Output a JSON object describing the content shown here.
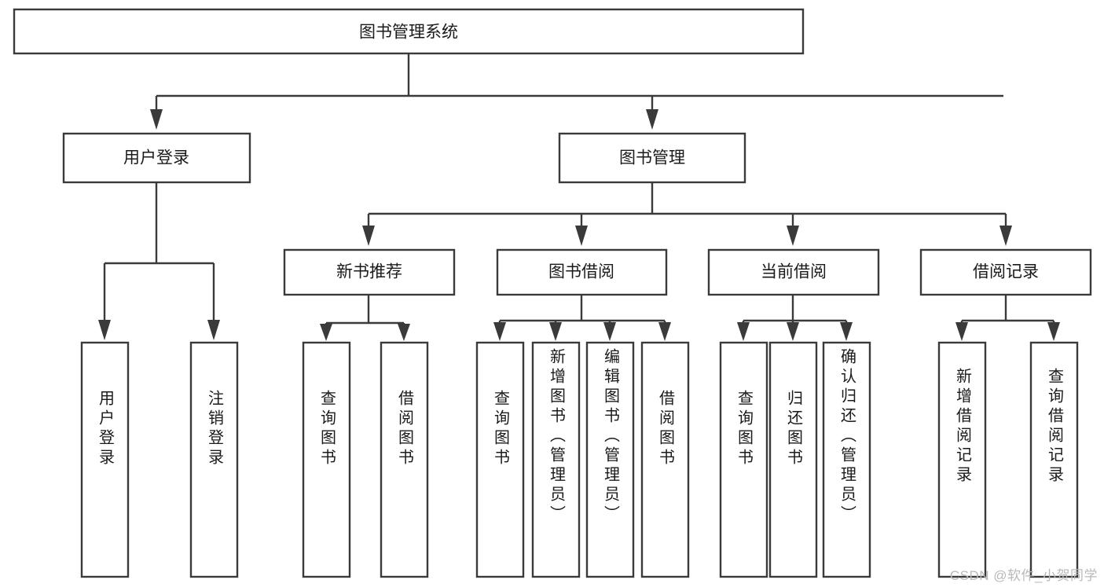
{
  "diagram": {
    "type": "tree",
    "title": "图书管理系统",
    "orientation": "top-down",
    "watermark": "CSDN @软件_小贺同学",
    "colors": {
      "box_stroke": "#3a3a3a",
      "box_fill": "#ffffff",
      "connector": "#3a3a3a",
      "text": "#1a1a1a",
      "background": "#ffffff",
      "watermark": "#b9b9b9"
    },
    "nodes": {
      "root": {
        "label": "图书管理系统"
      },
      "level2": [
        {
          "label": "用户登录"
        },
        {
          "label": "图书管理"
        }
      ],
      "level3": [
        {
          "label": "新书推荐"
        },
        {
          "label": "图书借阅"
        },
        {
          "label": "当前借阅"
        },
        {
          "label": "借阅记录"
        }
      ],
      "leaves": {
        "user_login": [
          {
            "label": "用户登录"
          },
          {
            "label": "注销登录"
          }
        ],
        "new_book_recommend": [
          {
            "label": "查询图书"
          },
          {
            "label": "借阅图书"
          }
        ],
        "book_borrow": [
          {
            "label": "查询图书"
          },
          {
            "label": "新增图书（管理员）"
          },
          {
            "label": "编辑图书（管理员）"
          },
          {
            "label": "借阅图书"
          }
        ],
        "current_borrow": [
          {
            "label": "查询图书"
          },
          {
            "label": "归还图书"
          },
          {
            "label": "确认归还（管理员）"
          }
        ],
        "borrow_record": [
          {
            "label": "新增借阅记录"
          },
          {
            "label": "查询借阅记录"
          }
        ]
      }
    }
  }
}
